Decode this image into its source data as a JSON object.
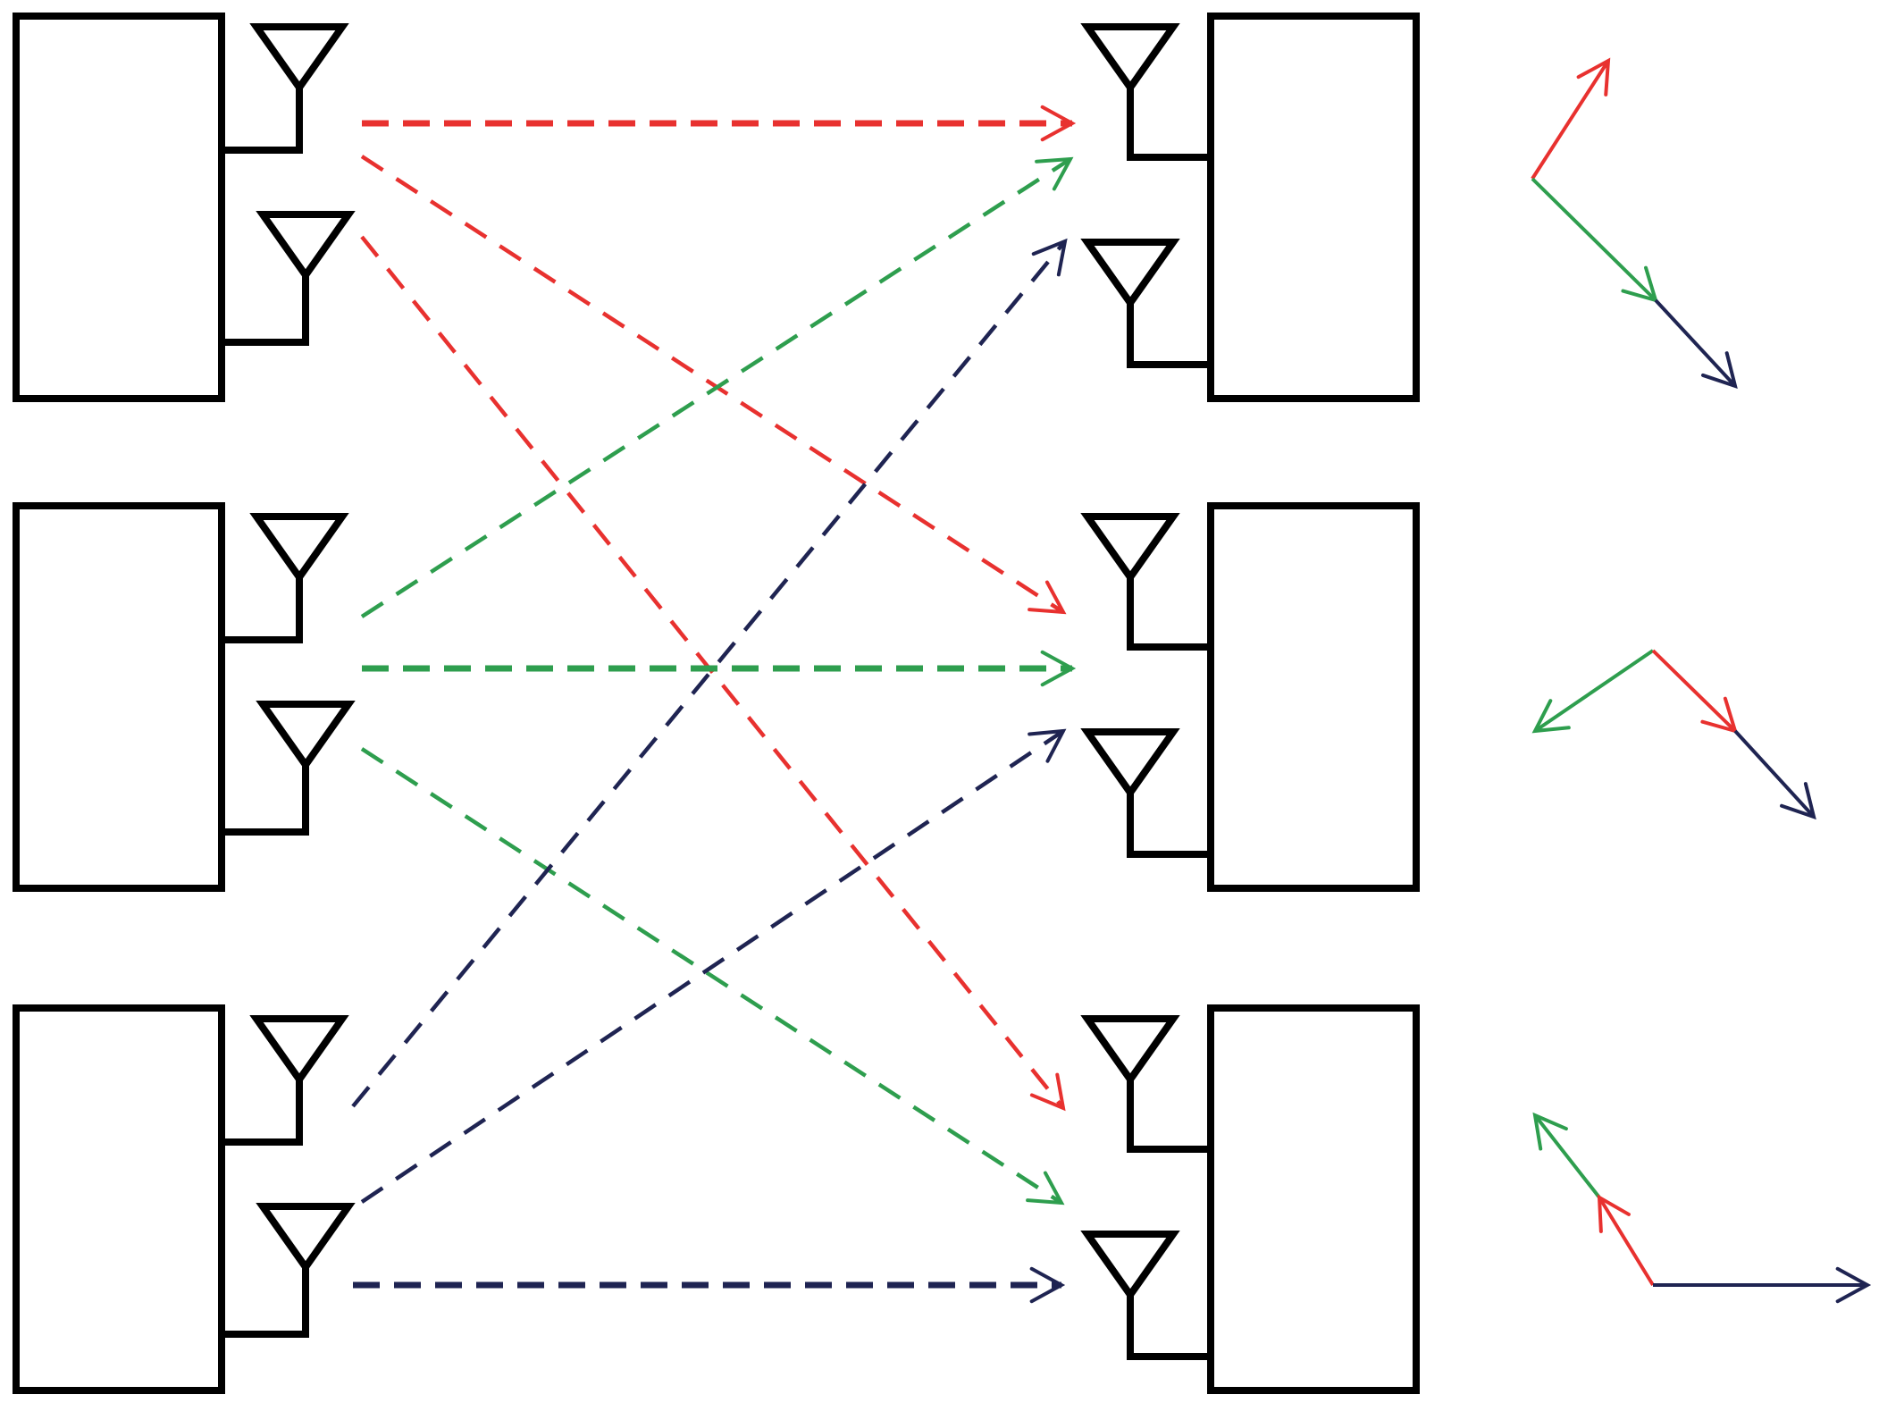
{
  "colors": {
    "node_stroke": "#000000",
    "red": "#e8312f",
    "green": "#2e9e4e",
    "navy": "#1f2452",
    "background": "#ffffff"
  },
  "nodes": [
    {
      "id": "tx1",
      "side": "left"
    },
    {
      "id": "tx2",
      "side": "left"
    },
    {
      "id": "tx3",
      "side": "left"
    },
    {
      "id": "rx1",
      "side": "right"
    },
    {
      "id": "rx2",
      "side": "right"
    },
    {
      "id": "rx3",
      "side": "right"
    }
  ],
  "links": [
    {
      "id": "link-tx1-rx1",
      "from": "tx1",
      "to": "rx1",
      "color": "red"
    },
    {
      "id": "link-tx1-rx2",
      "from": "tx1",
      "to": "rx2",
      "color": "red"
    },
    {
      "id": "link-tx1-rx3",
      "from": "tx1",
      "to": "rx3",
      "color": "red"
    },
    {
      "id": "link-tx2-rx1",
      "from": "tx2",
      "to": "rx1",
      "color": "green"
    },
    {
      "id": "link-tx2-rx2",
      "from": "tx2",
      "to": "rx2",
      "color": "green"
    },
    {
      "id": "link-tx2-rx3",
      "from": "tx2",
      "to": "rx3",
      "color": "green"
    },
    {
      "id": "link-tx3-rx1",
      "from": "tx3",
      "to": "rx1",
      "color": "navy"
    },
    {
      "id": "link-tx3-rx2",
      "from": "tx3",
      "to": "rx2",
      "color": "navy"
    },
    {
      "id": "link-tx3-rx3",
      "from": "tx3",
      "to": "rx3",
      "color": "navy"
    }
  ],
  "vector_groups": [
    {
      "id": "vectors-rx1",
      "vectors": [
        "red",
        "green",
        "navy"
      ]
    },
    {
      "id": "vectors-rx2",
      "vectors": [
        "green",
        "red",
        "navy"
      ]
    },
    {
      "id": "vectors-rx3",
      "vectors": [
        "green",
        "red",
        "navy"
      ]
    }
  ]
}
